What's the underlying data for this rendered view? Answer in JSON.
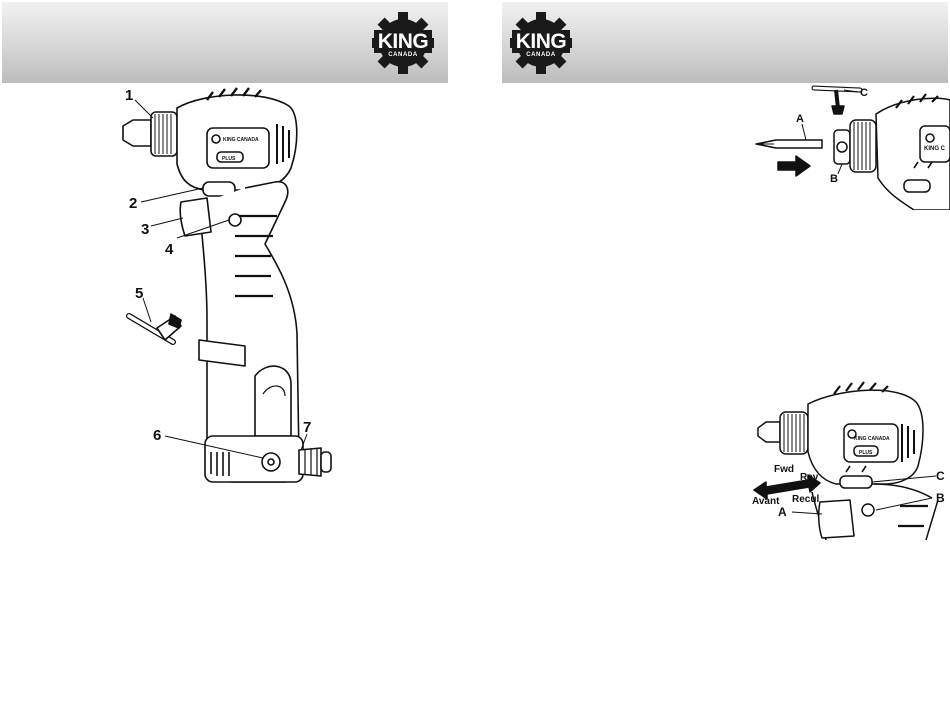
{
  "logo": {
    "word": "KING",
    "sub": "CANADA"
  },
  "left_figure": {
    "callouts": [
      "1",
      "2",
      "3",
      "4",
      "5",
      "6",
      "7"
    ],
    "tool_label": "KING CANADA",
    "badge": "PLUS"
  },
  "right_top_figure": {
    "labels": {
      "a": "A",
      "b": "B",
      "c": "C"
    },
    "tool_label": "KING C"
  },
  "right_bottom_figure": {
    "labels": {
      "fwd": "Fwd",
      "rev": "Rev",
      "avant": "Avant",
      "recul": "Recul",
      "a": "A",
      "b": "B",
      "c": "C"
    },
    "tool_label": "KING CANADA",
    "badge": "PLUS"
  }
}
